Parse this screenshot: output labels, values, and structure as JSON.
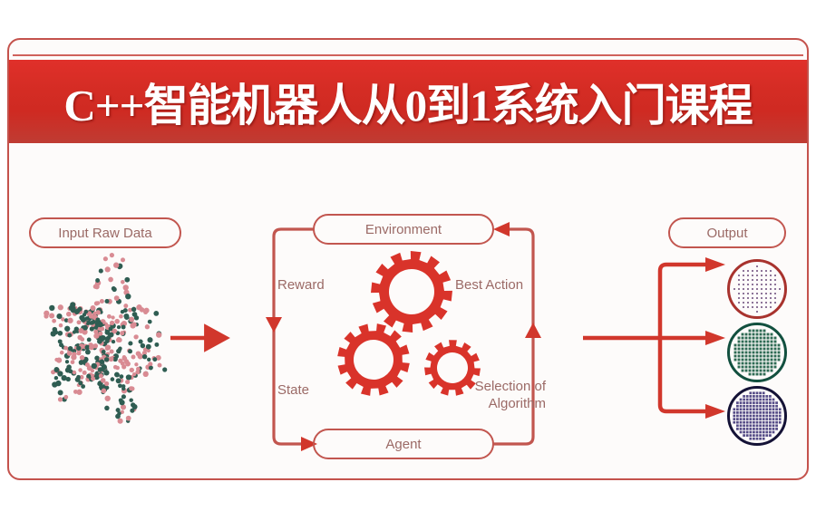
{
  "banner": {
    "title": "C++智能机器人从0到1系统入门课程",
    "background_color": "#d42c24",
    "text_color": "#ffffff"
  },
  "frame": {
    "border_color": "#c4524c",
    "background_color": "#fdfbfa"
  },
  "diagram": {
    "accent_color": "#c2564f",
    "arrow_color": "#d1372c",
    "label_color": "#9b6a66",
    "boxes": [
      {
        "id": "input",
        "label": "Input Raw Data"
      },
      {
        "id": "environment",
        "label": "Environment"
      },
      {
        "id": "agent",
        "label": "Agent"
      },
      {
        "id": "output",
        "label": "Output"
      }
    ],
    "loop_labels": {
      "reward": "Reward",
      "state": "State",
      "best_action": "Best Action",
      "selection_of_algorithm": "Selection of\nAlgorithm",
      "selection_line1": "Selection of",
      "selection_line2": "Algorithm"
    },
    "gears": [
      {
        "id": "gear-large",
        "teeth": 12,
        "color": "#d9332a"
      },
      {
        "id": "gear-medium",
        "teeth": 12,
        "color": "#d9332a"
      },
      {
        "id": "gear-small",
        "teeth": 11,
        "color": "#d9332a"
      }
    ],
    "scatter": {
      "id": "raw-data-scatter",
      "point_colors": [
        "#2f5d52",
        "#d98b93"
      ],
      "point_count": 420
    },
    "output_circles": [
      {
        "id": "output-circle-1",
        "border_color": "#a8332e",
        "dot_color": "#6b4a7a",
        "dot_shape": "round",
        "density": "sparse"
      },
      {
        "id": "output-circle-2",
        "border_color": "#12503f",
        "dot_color": "#2e6b54",
        "dot_shape": "square",
        "density": "medium"
      },
      {
        "id": "output-circle-3",
        "border_color": "#141236",
        "dot_color": "#534a86",
        "dot_shape": "square",
        "density": "dense"
      }
    ]
  }
}
